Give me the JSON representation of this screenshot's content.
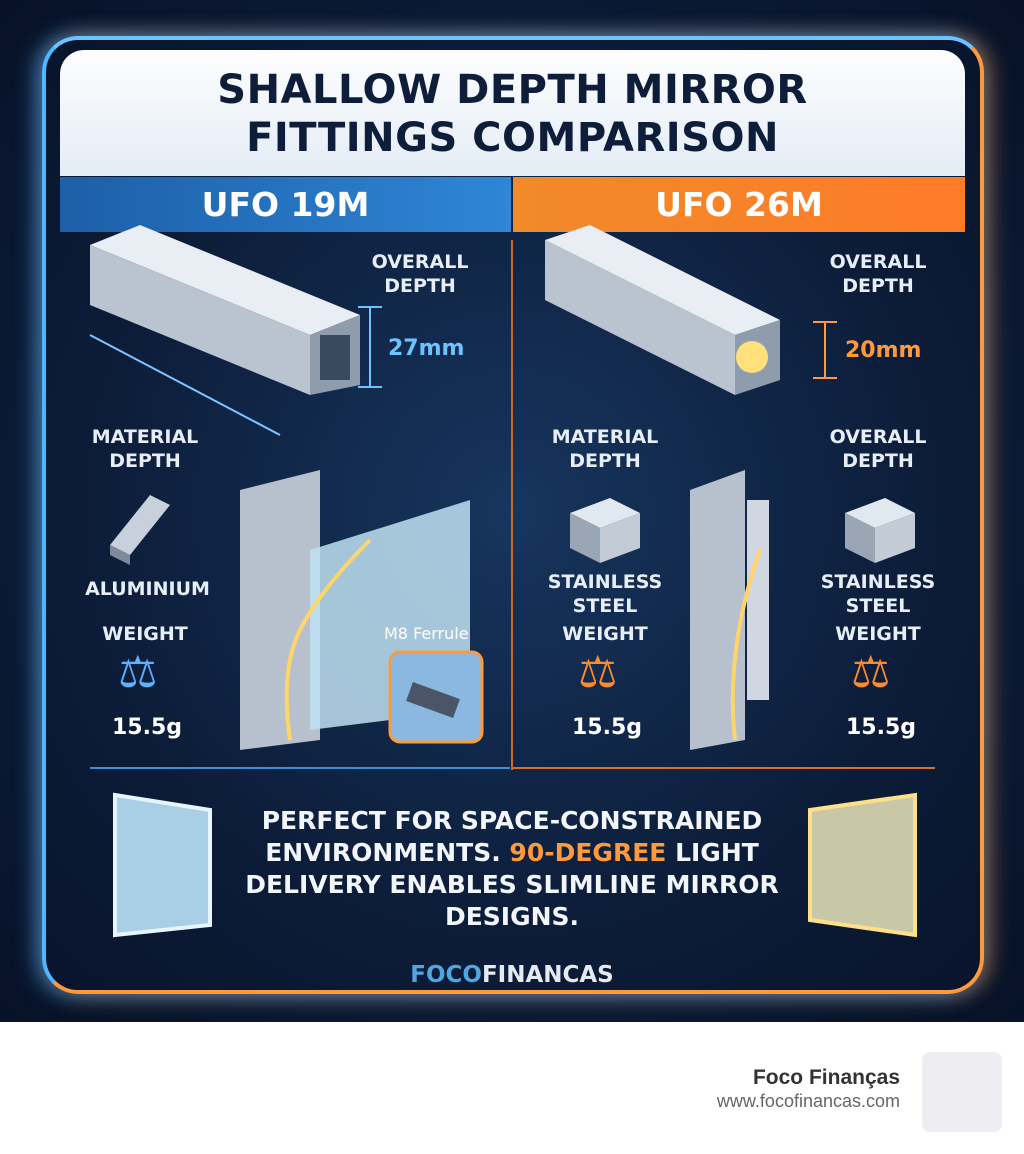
{
  "title": {
    "line1": "SHALLOW DEPTH MIRROR",
    "line2": "FITTINGS COMPARISON"
  },
  "left": {
    "header": "UFO 19M",
    "overall_depth_label": "OVERALL DEPTH",
    "overall_depth": "27mm",
    "material_depth_label": "MATERIAL DEPTH",
    "material": "ALUMINIUM",
    "weight_label": "WEIGHT",
    "weight": "15.5g",
    "ferrule_label": "M8 Ferrule"
  },
  "right": {
    "header": "UFO 26M",
    "overall_depth_label": "OVERALL DEPTH",
    "overall_depth": "20mm",
    "material_depth_label": "MATERIAL DEPTH",
    "material_left": "STAINLESS STEEL",
    "weight_label_left": "WEIGHT",
    "weight_left": "15.5g",
    "overall_depth_label_2": "OVERALL DEPTH",
    "material_right": "STAINLESS STEEL",
    "weight_label_right": "WEIGHT",
    "weight_right": "15.5g"
  },
  "summary": {
    "part1": "PERFECT FOR SPACE-CONSTRAINED ENVIRONMENTS.",
    "highlight": "90-DEGREE",
    "part2": "LIGHT DELIVERY ENABLES SLIMLINE MIRROR DESIGNS."
  },
  "logo": {
    "part1": "FOCO",
    "part2": "FINANCAS"
  },
  "footer": {
    "name": "Foco Finanças",
    "url": "www.focofinancas.com"
  },
  "colors": {
    "blue": "#4fb6ff",
    "orange": "#ff9a3c",
    "navy": "#0c1c38"
  }
}
